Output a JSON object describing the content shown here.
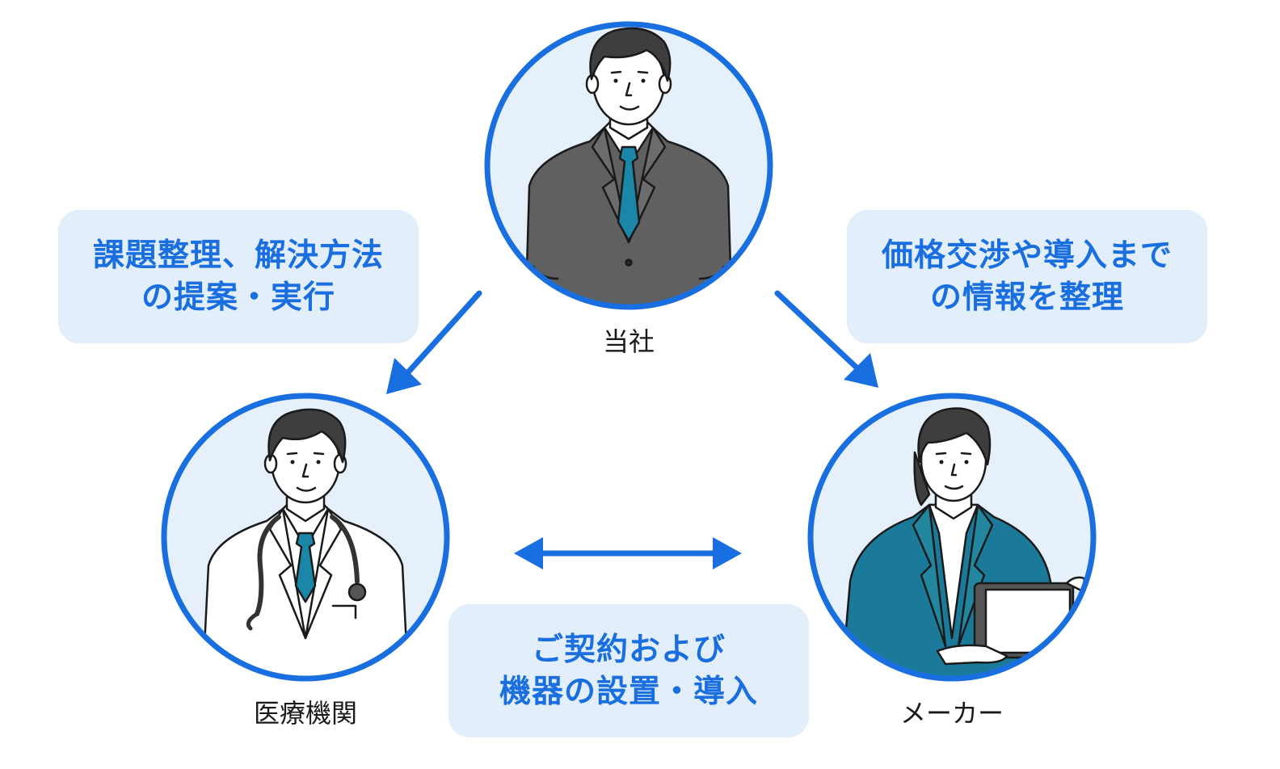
{
  "roles": {
    "company": "当社",
    "medical": "医療機関",
    "maker": "メーカー"
  },
  "callouts": {
    "left": [
      "課題整理、解決方法",
      "の提案・実行"
    ],
    "right": [
      "価格交渉や導入まで",
      "の情報を整理"
    ],
    "bottom": [
      "ご契約および",
      "機器の設置・導入"
    ]
  },
  "colors": {
    "accent": "#1a6fe0",
    "callout_bg": "#e3eefb",
    "circle_fill": "#e6f0fb",
    "suit_gray": "#606060",
    "suit_teal": "#1b7a9a",
    "tie_teal": "#1a86a8"
  },
  "icons": [
    "businessman-icon",
    "doctor-icon",
    "businesswoman-icon",
    "arrow-down-left-icon",
    "arrow-down-right-icon",
    "double-arrow-icon"
  ]
}
